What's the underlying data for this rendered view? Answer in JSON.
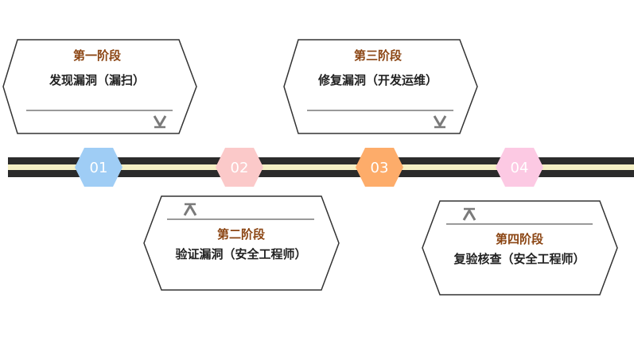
{
  "colors": {
    "title": "#8B4513",
    "road_dark": "#2b2b2b",
    "road_line": "#f4efc4",
    "box_stroke": "#333333",
    "divider": "#9a9a9a",
    "arrow": "#7a7a7a"
  },
  "markers": [
    {
      "label": "01",
      "color": "#9fcdf5"
    },
    {
      "label": "02",
      "color": "#fbc9c9"
    },
    {
      "label": "03",
      "color": "#fdac6a"
    },
    {
      "label": "04",
      "color": "#fcc9e3"
    }
  ],
  "stages": [
    {
      "title": "第一阶段",
      "desc": "发现漏洞（漏扫）",
      "arrow": "down-arrow-icon"
    },
    {
      "title": "第二阶段",
      "desc": "验证漏洞（安全工程师）",
      "arrow": "up-arrow-icon"
    },
    {
      "title": "第三阶段",
      "desc": "修复漏洞（开发运维）",
      "arrow": "down-arrow-icon"
    },
    {
      "title": "第四阶段",
      "desc": "复验核查（安全工程师）",
      "arrow": "up-arrow-icon"
    }
  ]
}
